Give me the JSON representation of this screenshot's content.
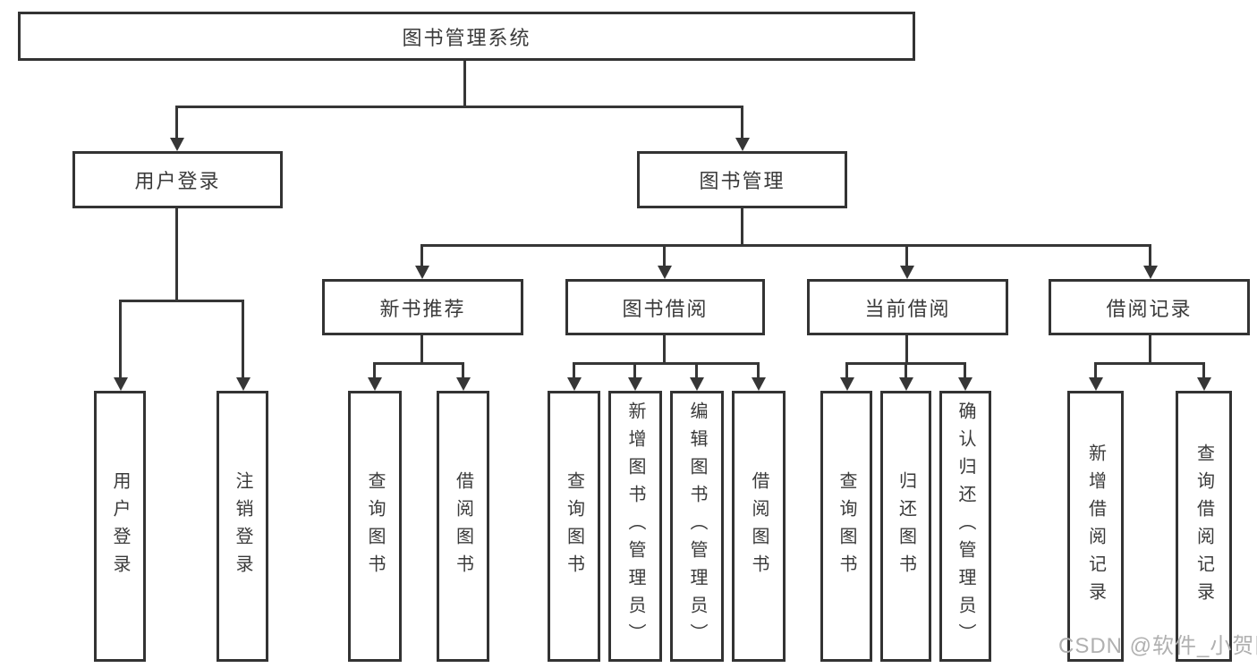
{
  "tree": {
    "root": "图书管理系统",
    "branches": [
      {
        "label": "用户登录",
        "children": [
          "用户登录",
          "注销登录"
        ]
      },
      {
        "label": "图书管理",
        "groups": [
          {
            "label": "新书推荐",
            "children": [
              "查询图书",
              "借阅图书"
            ]
          },
          {
            "label": "图书借阅",
            "children": [
              "查询图书",
              "新增图书（管理员）",
              "编辑图书（管理员）",
              "借阅图书"
            ]
          },
          {
            "label": "当前借阅",
            "children": [
              "查询图书",
              "归还图书",
              "确认归还（管理员）"
            ]
          },
          {
            "label": "借阅记录",
            "children": [
              "新增借阅记录",
              "查询借阅记录"
            ]
          }
        ]
      }
    ]
  },
  "watermark": {
    "text": "CSDN @软件_小贺同学"
  },
  "colors": {
    "line": "#363636",
    "text": "#3a3a3a",
    "watermark": "#b0b0b0",
    "background": "#ffffff"
  }
}
